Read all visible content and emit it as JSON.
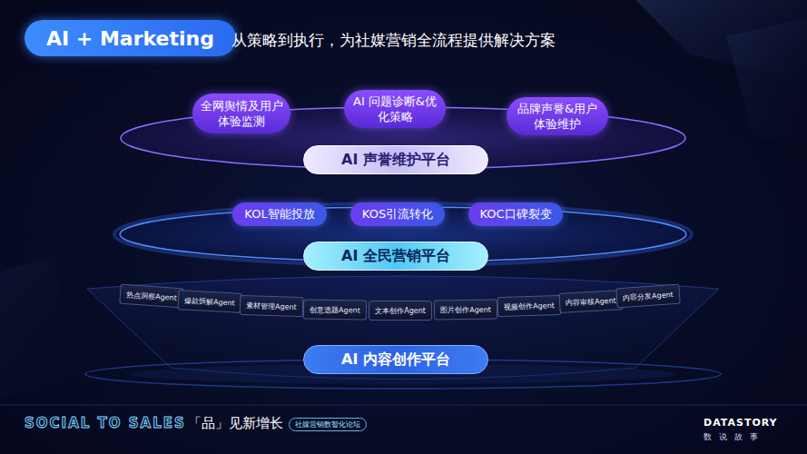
{
  "diagram": {
    "title": "AI + Marketing",
    "nodes": [
      {
        "text": [
          "全网舆情及用户体验监测"
        ]
      },
      {
        "text": [
          "AI 问题诊断&优化策略"
        ]
      },
      {
        "text": [
          "品牌声誉&用户体验维护"
        ]
      },
      {
        "text": [
          "AI 声誉维护平台"
        ]
      },
      {
        "text": [
          "KOL智能投放"
        ]
      },
      {
        "text": [
          "KOS引流转化"
        ]
      },
      {
        "text": [
          "KOC口碑裂变"
        ]
      },
      {
        "text": [
          "AI 全民营销平台"
        ]
      },
      {
        "text": [
          "热点洞察Agent"
        ]
      },
      {
        "text": [
          "爆款拆解Agent"
        ]
      },
      {
        "text": [
          "素材管理Agent"
        ]
      },
      {
        "text": [
          "创意选题Agent"
        ]
      },
      {
        "text": [
          "文本创作Agent"
        ]
      },
      {
        "text": [
          "图片创作Agent"
        ]
      },
      {
        "text": [
          "视频创作Agent"
        ]
      },
      {
        "text": [
          "内容审核Agent"
        ]
      },
      {
        "text": [
          "内容分发Agent"
        ]
      },
      {
        "text": [
          "AI 内容创作平台"
        ]
      }
    ],
    "labels": [
      "从策略到执行，为社媒营销全流程提供解决方案",
      "SOCIAL TO SALES",
      "「品」见新增长",
      "社媒营销数智化论坛",
      "DATASTORY",
      "数说故事"
    ]
  }
}
